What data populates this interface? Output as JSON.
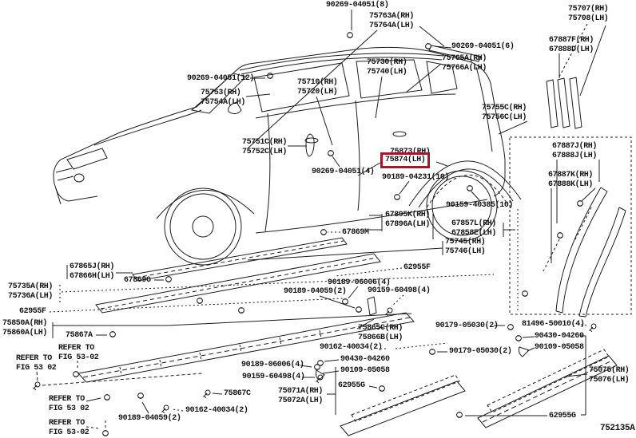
{
  "diagram": {
    "code": "752135A",
    "highlight_color": "#9a1b30",
    "highlighted_part": "75874(LH)"
  },
  "labels": [
    "90269-04051(8)",
    "75763A(RH)\n75764A(LH)",
    "75707(RH)\n75708(LH)",
    "67887F(RH)\n67888D(LH)",
    "90269-04051(6)",
    "75765A(RH)\n75766A(LH)",
    "75730(RH)\n75740(LH)",
    "90269-04051(12)",
    "75710(RH)\n75720(LH)",
    "75753(RH)\n75754A(LH)",
    "75755C(RH)\n75756C(LH)",
    "75751C(RH)\n75752C(LH)",
    "75873(RH)",
    "75874(LH)",
    "90269-04051(4)",
    "90189-04231(10)",
    "90159-40385(10)",
    "67887J(RH)\n67888J(LH)",
    "67887K(RH)\n67888K(LH)",
    "67895K(RH)\n67896A(LH)",
    "67869M",
    "67857L(RH)\n67858E(LH)",
    "75745(RH)\n75746(LH)",
    "62955F",
    "90189-06006(4)",
    "90189-04059(2)",
    "90159-60498(4)",
    "67865J(RH)\n67866H(LH)",
    "67869G",
    "75735A(RH)\n75736A(LH)",
    "62955F",
    "75850A(RH)\n75860A(LH)",
    "75867A",
    "REFER TO\nFIG 53-02",
    "REFER TO\nFIG 53 02",
    "75865C(RH)\n75866B(LH)",
    "90162-40034(2)",
    "90430-04260",
    "90109-05058",
    "62955G",
    "90179-05030(2)",
    "81496-50010(4)",
    "90430-04260",
    "90109-05058",
    "90179-05030(2)",
    "75075(RH)\n75076(LH)",
    "62955G",
    "75071A(RH)\n75072A(LH)",
    "75867C",
    "90189-06006(4)",
    "90159-60498(4)",
    "90162-40034(2)",
    "90189-04059(2)",
    "REFER TO\nFIG 53 02",
    "REFER TO\nFIG 53-02",
    "752135A"
  ]
}
